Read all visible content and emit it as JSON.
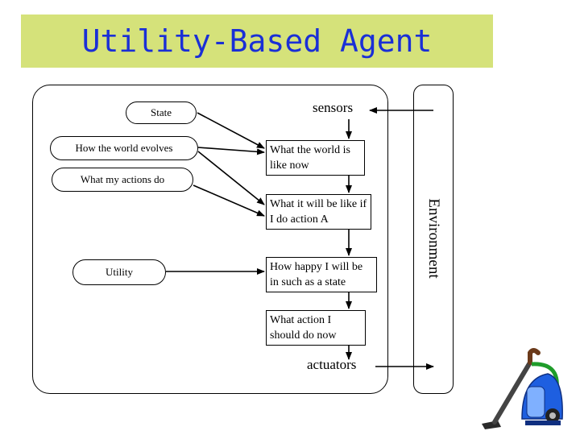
{
  "title": "Utility-Based Agent",
  "labels": {
    "sensors": "sensors",
    "actuators": "actuators",
    "environment": "Environment"
  },
  "pills": {
    "state": "State",
    "world_evolves": "How the world evolves",
    "actions_do": "What my actions do",
    "utility": "Utility"
  },
  "boxes": {
    "world_now": "What the world is like now",
    "if_action": "What it will be like if I do action A",
    "how_happy": "How happy I will be in such as a state",
    "what_action": "What action I should do now"
  },
  "colors": {
    "title_bar": "#d5e27a",
    "title_text": "#1a2fd6",
    "vacuum_blue": "#1e5fe0",
    "vacuum_green": "#1f9c2a"
  },
  "icons": [
    "vacuum-cleaner-icon"
  ]
}
